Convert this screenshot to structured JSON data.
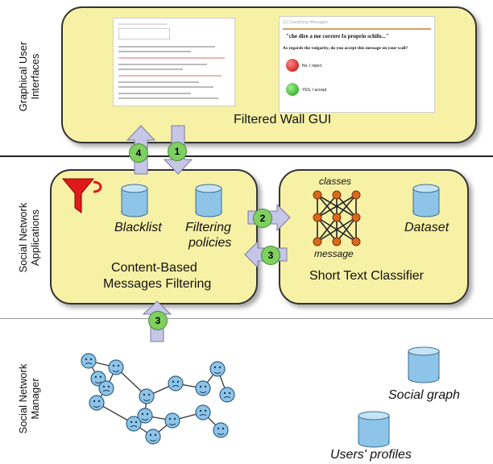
{
  "layers": {
    "gui": "Graphical User\nInterfaces",
    "apps": "Social Network\nApplications",
    "manager": "Social Network\nManager"
  },
  "gui_panel": {
    "title": "Filtered Wall GUI",
    "screenshot_right": {
      "header": "(1) Classifying Messages",
      "quote": "\"che dire a me correre fa proprio schifo...\"",
      "question": "As regards the vulgarity, do you accept this message on your wall?",
      "option_no": "No, I reject",
      "option_yes": "YES, I accept"
    }
  },
  "filtering_panel": {
    "title_line1": "Content-Based",
    "title_line2": "Messages Filtering",
    "blacklist": "Blacklist",
    "policies_line1": "Filtering",
    "policies_line2": "policies"
  },
  "classifier_panel": {
    "title": "Short Text Classifier",
    "classes": "classes",
    "message": "message",
    "dataset": "Dataset"
  },
  "manager": {
    "social_graph": "Social graph",
    "users_profiles": "Users' profiles"
  },
  "steps": {
    "s1": "1",
    "s2": "2",
    "s3a": "3",
    "s3b": "3",
    "s4": "4"
  }
}
